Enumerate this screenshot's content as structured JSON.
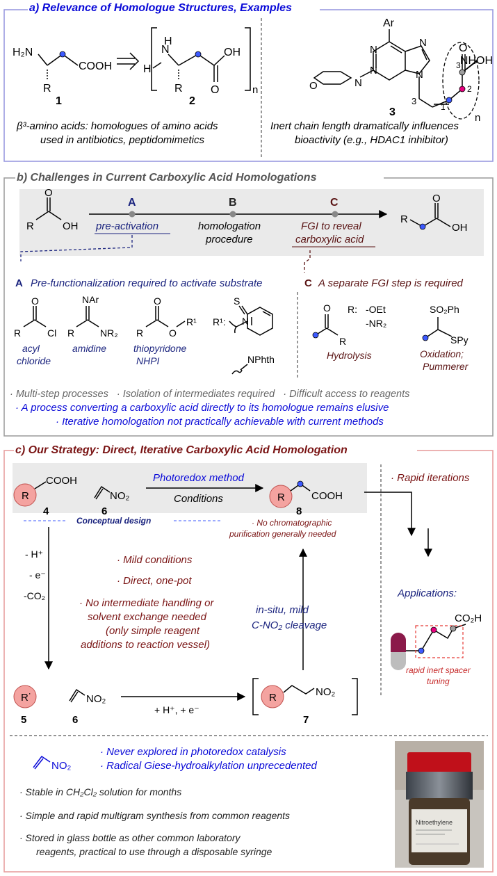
{
  "panel_a": {
    "title": "a) Relevance of Homologue Structures, Examples",
    "cmpd1": {
      "h2n": "H₂N",
      "cooh": "COOH",
      "r": "R",
      "num": "1"
    },
    "cmpd2": {
      "h": "H",
      "n": "N",
      "oh": "OH",
      "r": "R",
      "o": "O",
      "sub_n": "n",
      "num": "2"
    },
    "cmpd3": {
      "ar": "Ar",
      "nhoh": "NHOH",
      "o_carbonyl": "O",
      "n_labels": [
        "N",
        "N",
        "N",
        "N",
        "N"
      ],
      "o_morph": "O",
      "three": "3",
      "n": "n",
      "pos": [
        "1",
        "2",
        "3"
      ],
      "num": "3"
    },
    "caption_left_1": "β³-amino acids: homologues of amino acids",
    "caption_left_2": "used in antibiotics, peptidomimetics",
    "caption_right_1": "Inert chain length dramatically influences",
    "caption_right_2": "bioactivity (e.g., HDAC1 inhibitor)"
  },
  "panel_b": {
    "title": "b) Challenges in Current Carboxylic Acid Homologations",
    "start": {
      "o": "O",
      "r": "R",
      "oh": "OH"
    },
    "product": {
      "o": "O",
      "r": "R",
      "oh": "OH"
    },
    "step_a_letter": "A",
    "step_a_label": "pre-activation",
    "step_b_letter": "B",
    "step_b_label_1": "homologation",
    "step_b_label_2": "procedure",
    "step_c_letter": "C",
    "step_c_label_1": "FGI to reveal",
    "step_c_label_2": "carboxylic acid",
    "a_heading_letter": "A",
    "a_heading": "Pre-functionalization required to activate substrate",
    "c_heading_letter": "C",
    "c_heading": "A separate FGI step is required",
    "acyl": {
      "o": "O",
      "r": "R",
      "cl": "Cl",
      "l1": "acyl",
      "l2": "chloride"
    },
    "amidine": {
      "nar": "NAr",
      "r": "R",
      "nr2": "NR₂",
      "l1": "amidine"
    },
    "thio": {
      "o": "O",
      "r": "R",
      "o2": "O",
      "r1": "R¹",
      "l1": "thiopyridone",
      "l2": "NHPI"
    },
    "pyr": {
      "s": "S",
      "r1": "R¹:",
      "n": "N",
      "nphth": "NPhth"
    },
    "hydro": {
      "o": "O",
      "r": "R",
      "r_colon": "R:",
      "oet": "-OEt",
      "nr2": "-NR₂",
      "l1": "Hydrolysis"
    },
    "oxid": {
      "so2ph": "SO₂Ph",
      "spy": "SPy",
      "l1": "Oxidation;",
      "l2": "Pummerer"
    },
    "bullets_grey": "· Multi-step processes   · Isolation of intermediates required   · Difficult access to reagents",
    "bullet_blue_1": "·  A process converting a carboxylic acid directly to its homologue remains elusive",
    "bullet_blue_2": "·  Iterative homologation not practically achievable with current methods"
  },
  "panel_c": {
    "title": "c) Our Strategy: Direct, Iterative Carboxylic Acid Homologation",
    "r": "R",
    "cooh": "COOH",
    "no2": "NO₂",
    "num4": "4",
    "num6": "6",
    "num8": "8",
    "num5": "5",
    "num7": "7",
    "photoredox": "Photoredox method",
    "conditions": "Conditions",
    "conceptual": "Conceptual design",
    "rapid_iterations": "· Rapid iterations",
    "no_chrom_1": "· No chromatographic",
    "no_chrom_2": "purification generally needed",
    "h_plus": "- H⁺",
    "e_minus": "- e⁻",
    "co2": "-CO₂",
    "mild": "·  Mild conditions",
    "direct": "·  Direct, one-pot",
    "no_inter_1": "· No intermediate handling or",
    "no_inter_2": "solvent exchange needed",
    "no_inter_3": "(only simple reagent",
    "no_inter_4": "additions to reaction vessel)",
    "insitu_1": "in-situ, mild",
    "insitu_2": "C-NO₂ cleavage",
    "radical_r": "R˙",
    "h_e": "+ H⁺, + e⁻",
    "applications": "Applications:",
    "co2h": "CO₂H",
    "spacer_1": "rapid inert spacer",
    "spacer_2": "tuning",
    "bullet_never": "·  Never explored in photoredox catalysis",
    "bullet_giese": "·  Radical Giese-hydroalkylation unprecedented",
    "stable": "·   Stable in CH₂Cl₂ solution for months",
    "simple": "·   Simple and rapid multigram synthesis from common reagents",
    "stored_1": "·   Stored in glass bottle as other common laboratory",
    "stored_2": "reagents, practical to use through a disposable syringe",
    "bottle_label": "Nitroethylene"
  },
  "colors": {
    "blue": "#0a0ad8",
    "navy": "#1a237e",
    "darkred": "#7a1414",
    "node_blue": "#3d5afe",
    "node_pink": "#e6007e",
    "node_grey": "#9e9e9e",
    "r_circle": "#f4a3a0",
    "box_a": "#9a9adf",
    "box_b": "#a0a0a0",
    "box_c": "#e8a0a0"
  }
}
